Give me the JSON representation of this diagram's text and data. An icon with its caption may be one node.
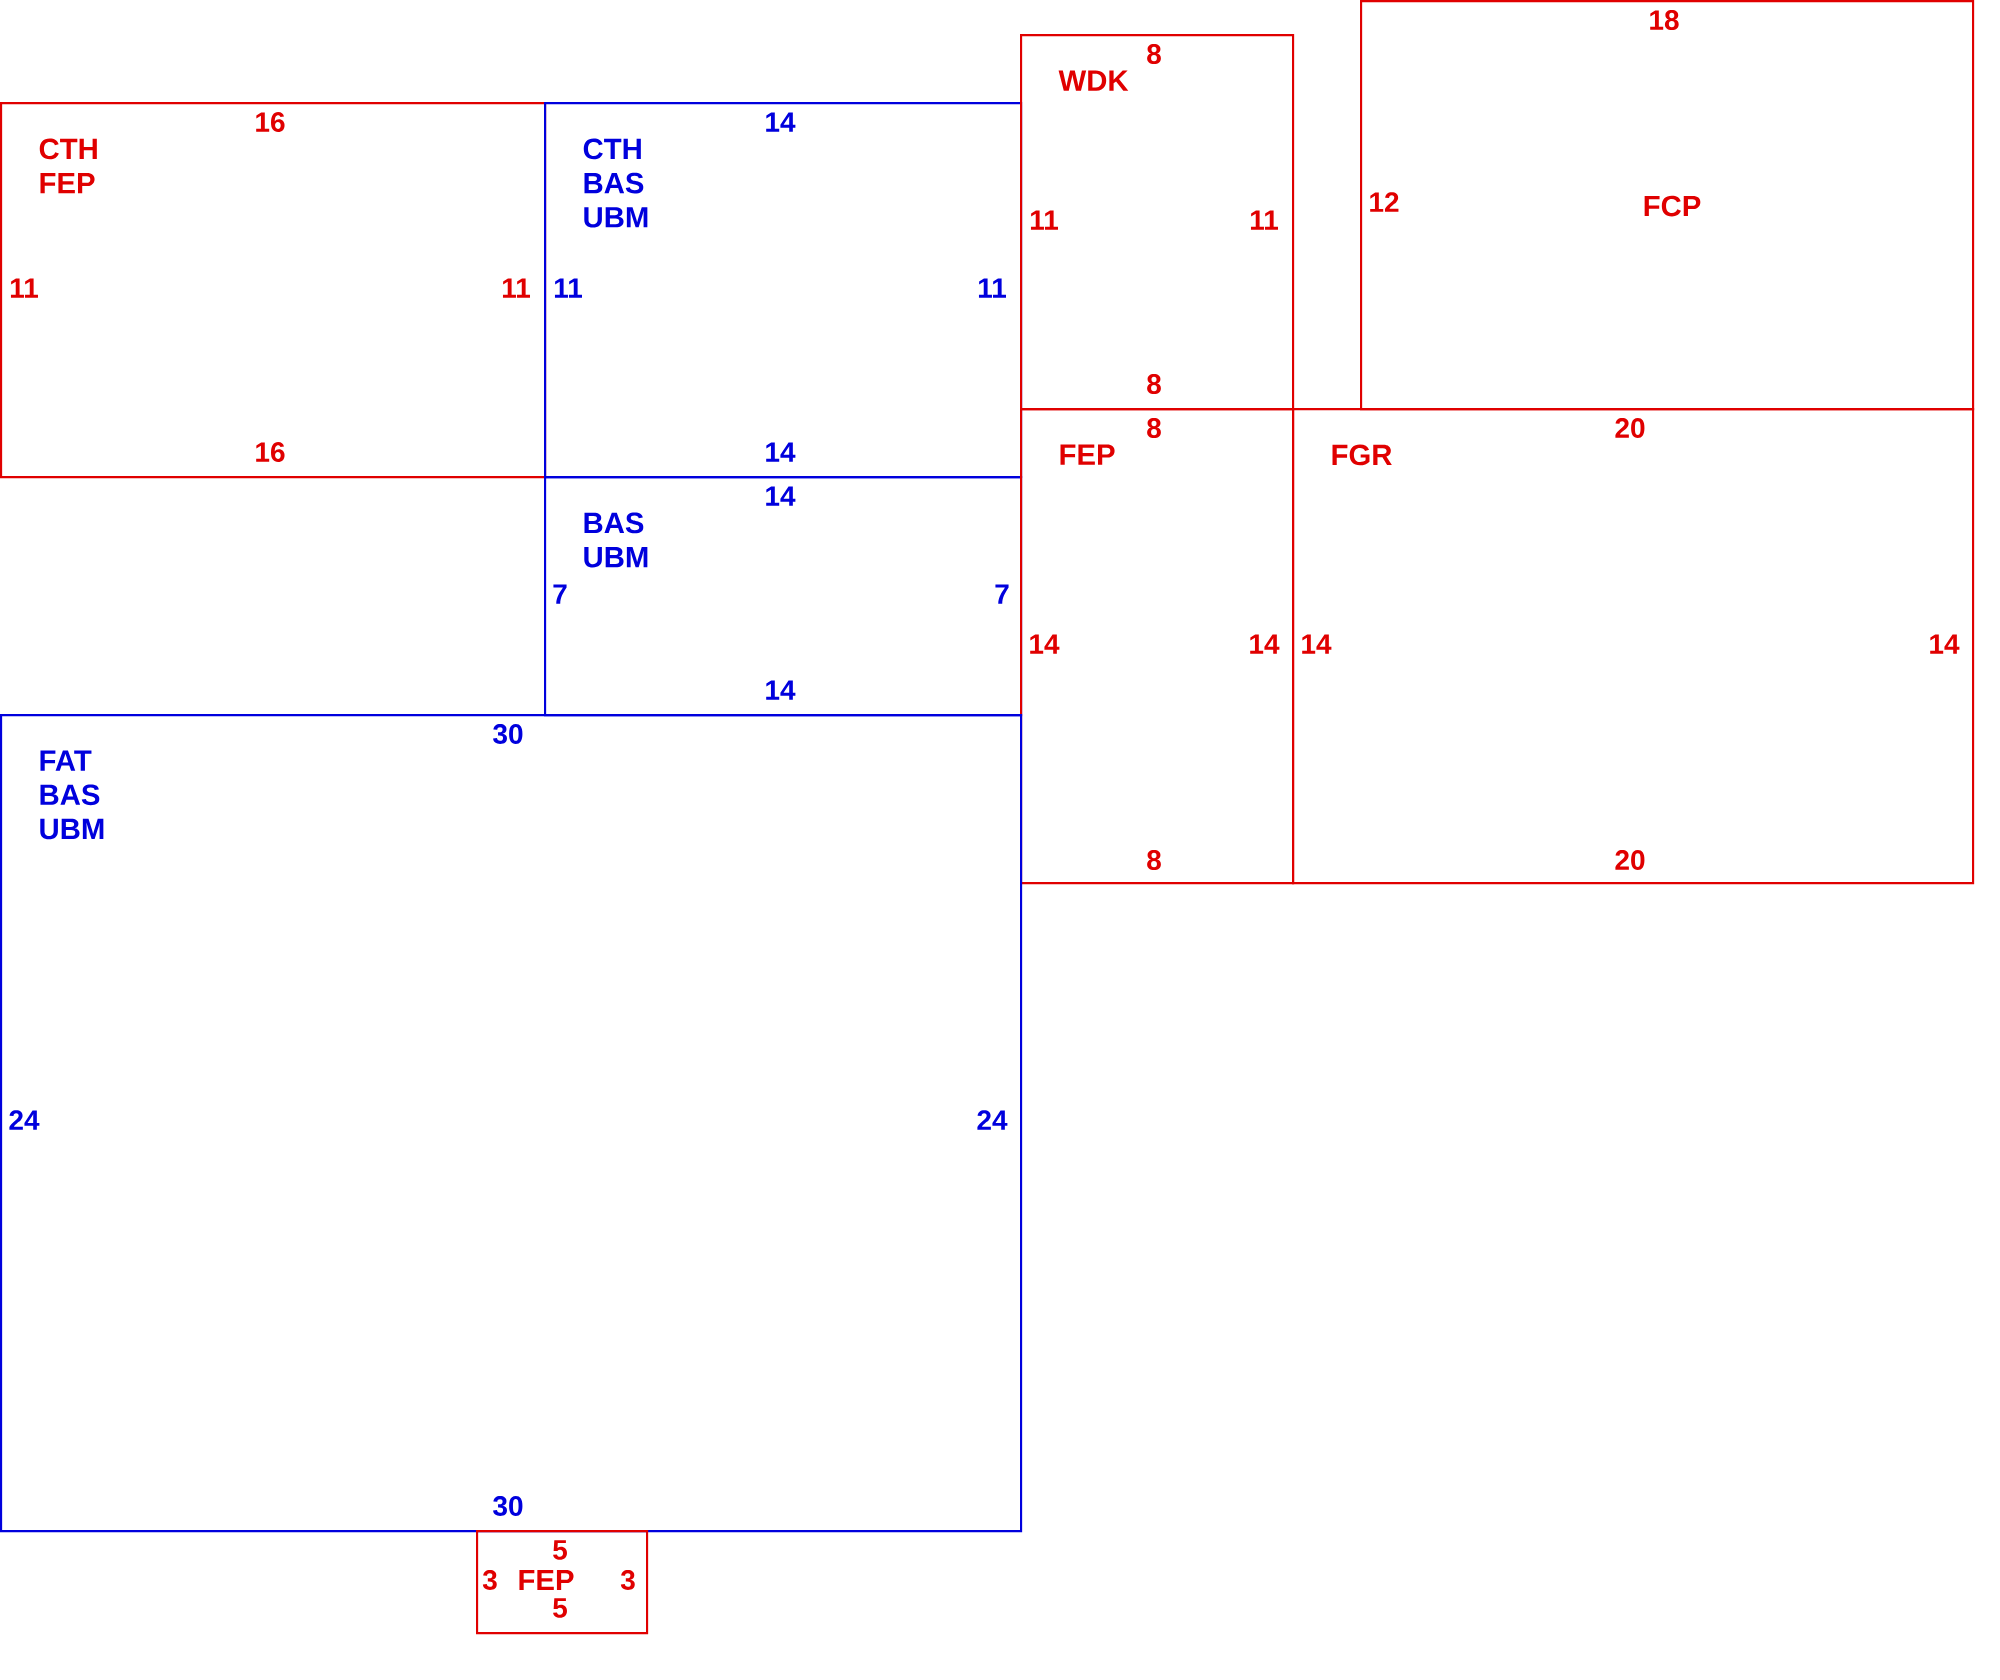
{
  "diagram": {
    "nodes": [
      {
        "text": [
          "16",
          "CTH FEP",
          "11",
          "11",
          "16"
        ]
      },
      {
        "text": [
          "14",
          "CTH BAS UBM",
          "11",
          "11",
          "14"
        ]
      },
      {
        "text": [
          "8",
          "WDK",
          "11",
          "11",
          "8"
        ]
      },
      {
        "text": [
          "18",
          "12",
          "FCP"
        ]
      },
      {
        "text": [
          "14",
          "BAS UBM",
          "7",
          "7",
          "14"
        ]
      },
      {
        "text": [
          "8",
          "FEP",
          "14",
          "14",
          "8"
        ]
      },
      {
        "text": [
          "20",
          "FGR",
          "14",
          "14",
          "20"
        ]
      },
      {
        "text": [
          "30",
          "FAT BAS UBM",
          "24",
          "24",
          "30"
        ]
      },
      {
        "text": [
          "5",
          "3",
          "FEP",
          "3",
          "5"
        ]
      }
    ],
    "edges": []
  }
}
